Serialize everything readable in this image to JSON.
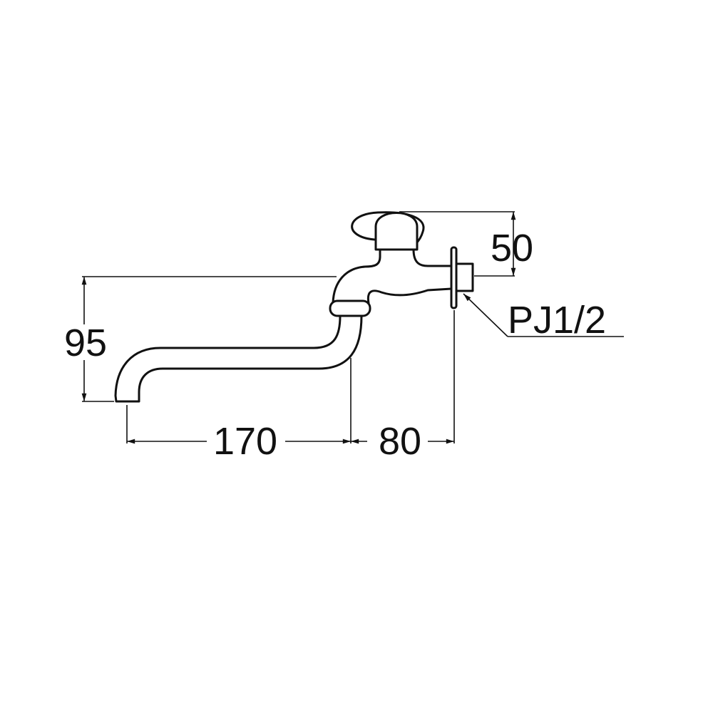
{
  "drawing": {
    "subject": "faucet",
    "dimensions": {
      "height": "95",
      "spout_reach": "170",
      "body_depth": "80",
      "handle_height": "50",
      "connection": "PJ1/2"
    },
    "line_color": "#111111",
    "background": "#ffffff"
  }
}
